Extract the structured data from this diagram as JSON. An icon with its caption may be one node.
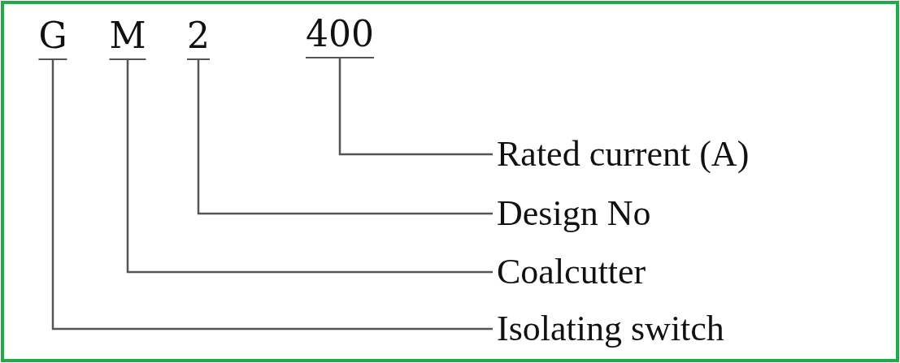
{
  "diagram": {
    "nodes": [
      {
        "text": [
          "G"
        ]
      },
      {
        "text": [
          "M"
        ]
      },
      {
        "text": [
          "2"
        ]
      },
      {
        "text": [
          "400"
        ]
      },
      {
        "text": [
          "Rated current (A)"
        ]
      },
      {
        "text": [
          "Design No"
        ]
      },
      {
        "text": [
          "Coalcutter"
        ]
      },
      {
        "text": [
          "Isolating switch"
        ]
      }
    ],
    "edges": [
      {
        "from": 3,
        "to": 4,
        "arrow": "none"
      },
      {
        "from": 2,
        "to": 5,
        "arrow": "none"
      },
      {
        "from": 1,
        "to": 6,
        "arrow": "none"
      },
      {
        "from": 0,
        "to": 7,
        "arrow": "none"
      }
    ]
  }
}
